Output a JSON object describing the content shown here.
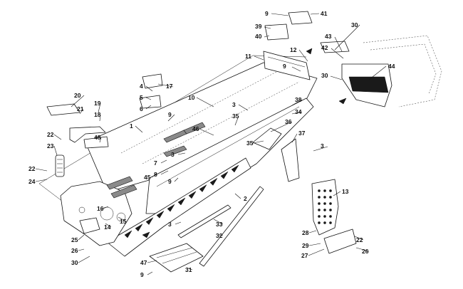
{
  "figure": {
    "type": "exploded-parts-diagram",
    "subject": "snowmobile tunnel and running board assembly"
  },
  "callouts": {
    "n1": "1",
    "n2": "2",
    "n3": "3",
    "n4": "4",
    "n5": "5",
    "n6": "6",
    "n7": "7",
    "n8": "8",
    "n9": "9",
    "n10": "10",
    "n11": "11",
    "n12": "12",
    "n13": "13",
    "n14": "14",
    "n15": "15",
    "n16": "16",
    "n17": "17",
    "n18": "18",
    "n19": "19",
    "n20": "20",
    "n21": "21",
    "n22": "22",
    "n23": "23",
    "n24": "24",
    "n25": "25",
    "n26": "26",
    "n27": "27",
    "n28": "28",
    "n29": "29",
    "n30": "30",
    "n31": "31",
    "n32": "32",
    "n33": "33",
    "n34": "34",
    "n35": "35",
    "n36": "36",
    "n37": "37",
    "n38": "38",
    "n39": "39",
    "n40": "40",
    "n41": "41",
    "n42": "42",
    "n43": "43",
    "n44": "44",
    "n45": "45",
    "n46": "46",
    "n47": "47",
    "n48": "48"
  }
}
